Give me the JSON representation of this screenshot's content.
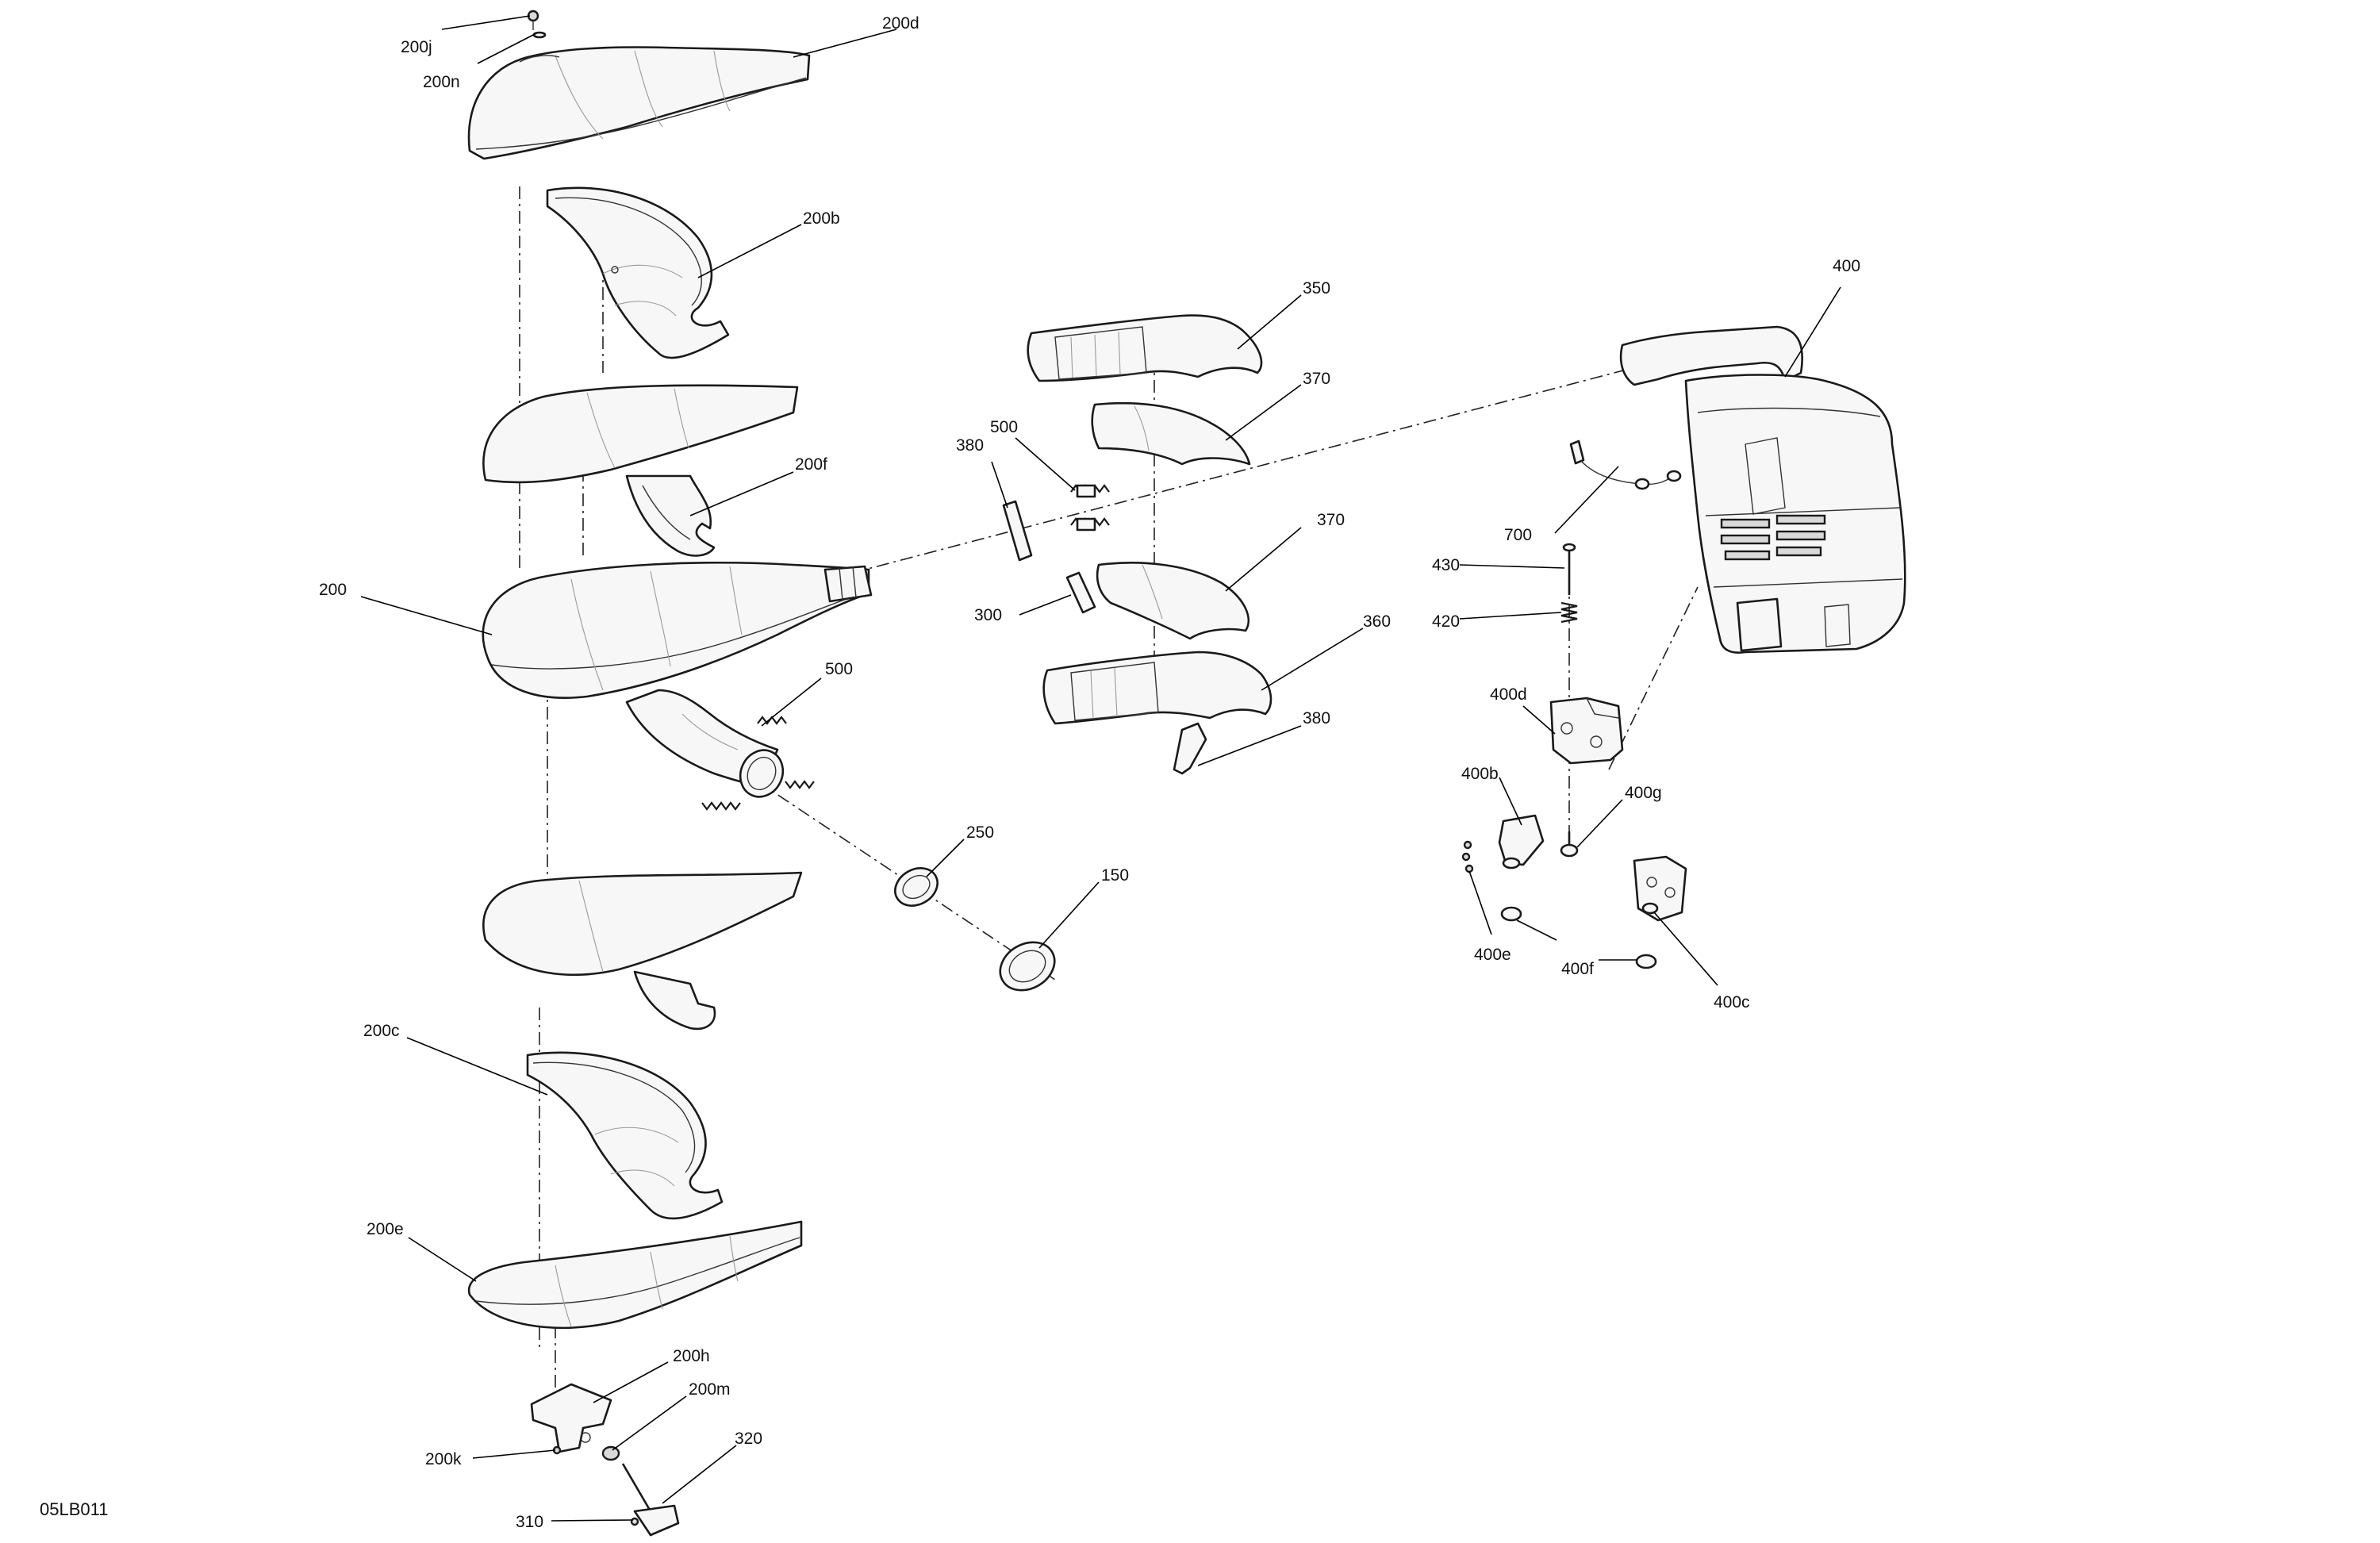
{
  "figure_id": "05LB011",
  "callouts": {
    "c200j": "200j",
    "c200n": "200n",
    "c200d": "200d",
    "c200b": "200b",
    "c200f": "200f",
    "c200": "200",
    "c500a": "500",
    "c500b": "500",
    "c250": "250",
    "c150": "150",
    "c200c": "200c",
    "c200e": "200e",
    "c200h": "200h",
    "c200m": "200m",
    "c200k": "200k",
    "c320": "320",
    "c310": "310",
    "c350": "350",
    "c370a": "370",
    "c370b": "370",
    "c380a": "380",
    "c380b": "380",
    "c300": "300",
    "c360": "360",
    "c400": "400",
    "c700": "700",
    "c430": "430",
    "c420": "420",
    "c400d": "400d",
    "c400b": "400b",
    "c400g": "400g",
    "c400e": "400e",
    "c400f": "400f",
    "c400c": "400c"
  }
}
